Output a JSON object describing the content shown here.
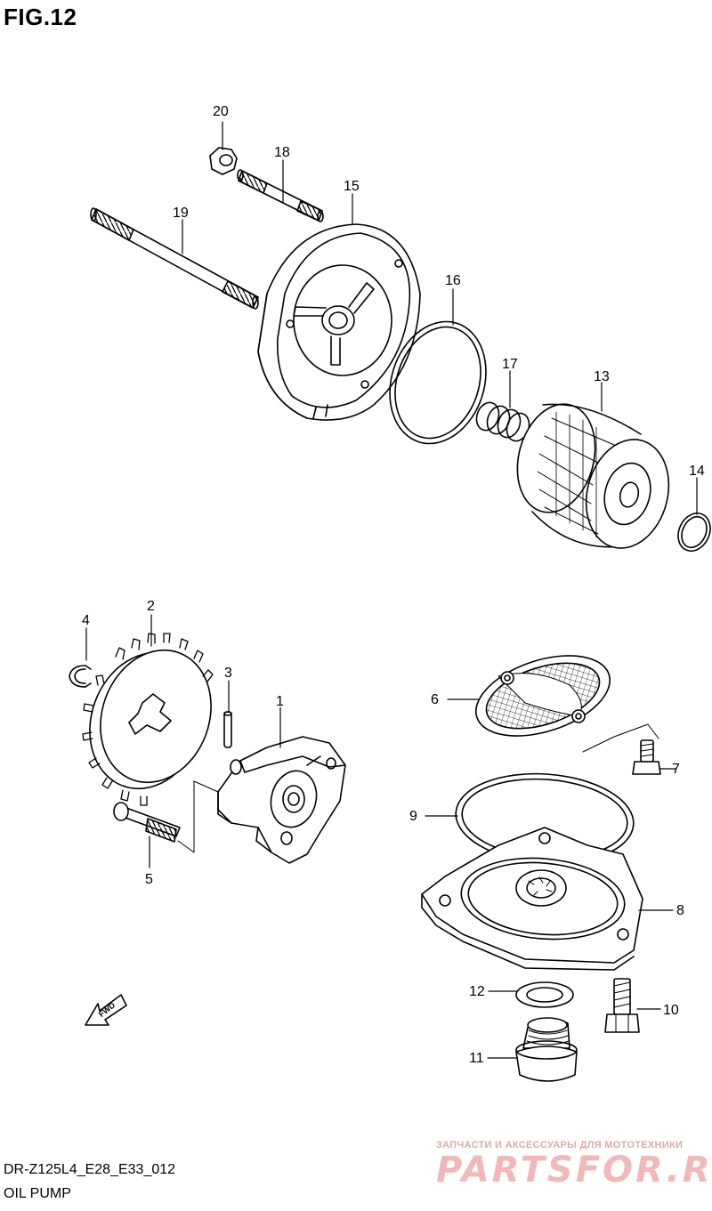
{
  "figure": {
    "title": "FIG.12"
  },
  "footer": {
    "code": "DR-Z125L4_E28_E33_012",
    "name": "OIL PUMP"
  },
  "watermark": {
    "tagline": "ЗАПЧАСТИ И АКСЕССУАРЫ ДЛЯ МОТОТЕХНИКИ",
    "brand": "PARTSFOR.RU"
  },
  "direction_marker": {
    "label": "FWD"
  },
  "callouts": {
    "c1": "1",
    "c2": "2",
    "c3": "3",
    "c4": "4",
    "c5": "5",
    "c6": "6",
    "c7": "7",
    "c8": "8",
    "c9": "9",
    "c10": "10",
    "c11": "11",
    "c12": "12",
    "c13": "13",
    "c14": "14",
    "c15": "15",
    "c16": "16",
    "c17": "17",
    "c18": "18",
    "c19": "19",
    "c20": "20"
  },
  "colors": {
    "line": "#000000",
    "watermark": "#f2b8b8"
  }
}
